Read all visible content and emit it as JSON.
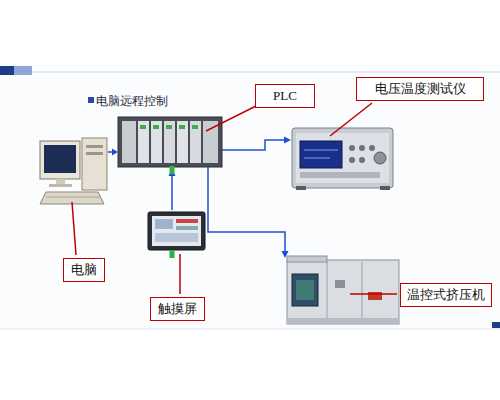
{
  "diagram": {
    "nodes": [
      {
        "text": [
          "PLC"
        ]
      },
      {
        "text": [
          "电压温度测试仪"
        ]
      },
      {
        "text": [
          "电脑"
        ]
      },
      {
        "text": [
          "触摸屏"
        ]
      },
      {
        "text": [
          "温控式挤压机"
        ]
      }
    ],
    "labels": [
      "电脑远程控制"
    ]
  }
}
